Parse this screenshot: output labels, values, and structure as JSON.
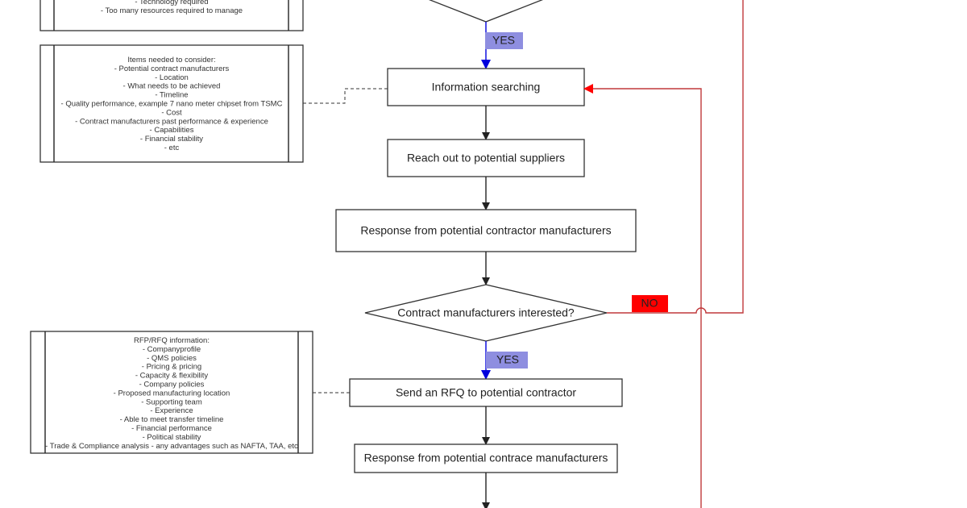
{
  "notes": {
    "top": [
      "- Technology required",
      "- Too many resources required to manage"
    ],
    "considerations": [
      "Items needed to consider:",
      "- Potential contract manufacturers",
      "- Location",
      "- What needs to be achieved",
      "- Timeline",
      "- Quality performance, example 7 nano meter chipset from TSMC",
      "- Cost",
      "- Contract manufacturers past performance & experience",
      "- Capabilities",
      "- Financial stability",
      "- etc"
    ],
    "rfp": [
      "RFP/RFQ information:",
      "- Companyprofile",
      "- QMS policies",
      "- Pricing & pricing",
      "- Capacity & flexibility",
      "- Company policies",
      "- Proposed manufacturing location",
      "- Supporting team",
      "- Experience",
      "- Able to meet transfer timeline",
      "- Financial performance",
      "- Political stability",
      "- Trade & Compliance analysis - any advantages such as NAFTA, TAA, etc"
    ]
  },
  "steps": {
    "info_search": "Information searching",
    "reach_out": "Reach out to potential suppliers",
    "response1": "Response from potential contractor manufacturers",
    "decision": "Contract manufacturers interested?",
    "send_rfq": "Send an RFQ to potential contractor",
    "response2": "Response from potential contrace manufacturers"
  },
  "labels": {
    "yes1": "YES",
    "yes2": "YES",
    "no": "NO"
  },
  "colors": {
    "yes": "#8e8ee0",
    "no": "#ff0000",
    "yes_arrow": "#0000dd",
    "no_line": "#c0393b"
  }
}
